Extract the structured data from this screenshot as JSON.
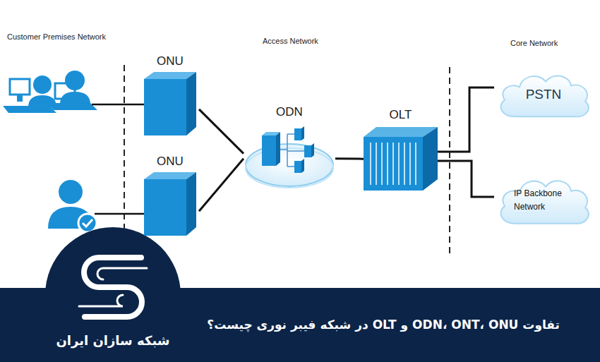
{
  "diagram": {
    "title": "تفاوت ODN، ONT، ONU و OLT در شبکه فیبر نوری چیست؟",
    "nodes": [
      {
        "text": [
          "ONU"
        ]
      },
      {
        "text": [
          "ONU"
        ]
      },
      {
        "text": [
          "ODN"
        ]
      },
      {
        "text": [
          "OLT"
        ]
      },
      {
        "text": [
          "PSTN"
        ]
      },
      {
        "text": [
          "IP Backbone Network"
        ]
      }
    ],
    "edges": [
      {
        "from": 0,
        "to": 2,
        "arrow": "none"
      },
      {
        "from": 1,
        "to": 2,
        "arrow": "none"
      },
      {
        "from": 2,
        "to": 3,
        "arrow": "none"
      },
      {
        "from": 3,
        "to": 4,
        "arrow": "none"
      },
      {
        "from": 3,
        "to": 5,
        "arrow": "none"
      }
    ],
    "labels": [
      "Customer Premises Network",
      "Access Network",
      "Core Network",
      "شبکه سازان ایران"
    ]
  }
}
